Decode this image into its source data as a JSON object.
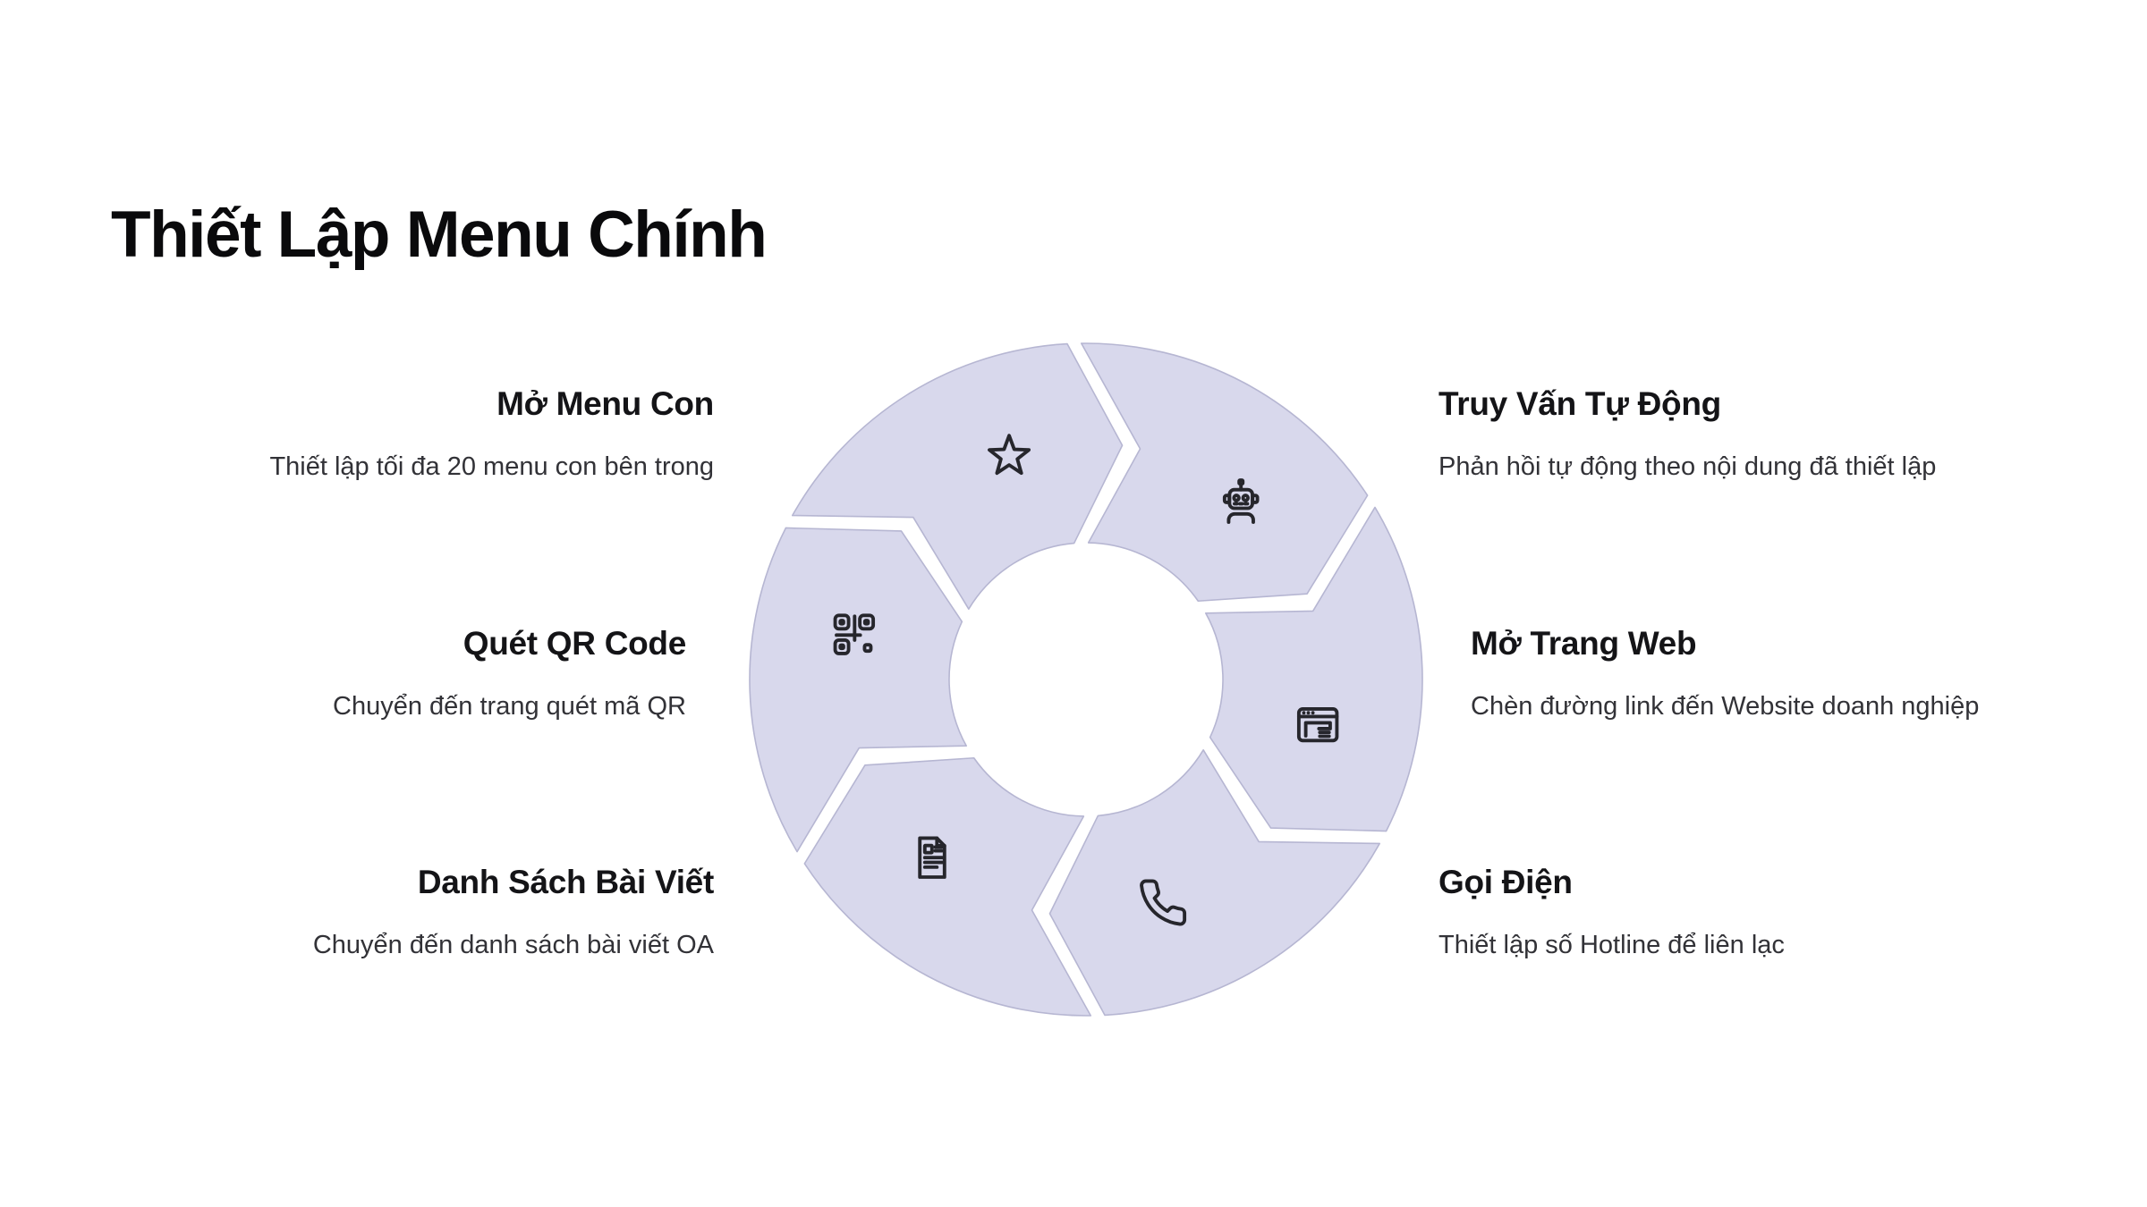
{
  "page": {
    "title": "Thiết Lập Menu Chính",
    "background": "#ffffff"
  },
  "items": {
    "left": [
      {
        "title": "Mở Menu Con",
        "desc": "Thiết lập tối đa 20 menu con bên trong"
      },
      {
        "title": "Quét QR Code",
        "desc": "Chuyển đến trang quét mã QR"
      },
      {
        "title": "Danh Sách Bài Viết",
        "desc": "Chuyển đến danh sách bài viết OA"
      }
    ],
    "right": [
      {
        "title": "Truy Vấn Tự Động",
        "desc": "Phản hồi tự động theo nội dung đã thiết lập"
      },
      {
        "title": "Mở Trang Web",
        "desc": "Chèn đường link đến Website doanh nghiệp"
      },
      {
        "title": "Gọi Điện",
        "desc": "Thiết lập số Hotline để liên lạc"
      }
    ]
  },
  "diagram": {
    "type": "circular-cycle-6-arrows",
    "direction": "clockwise",
    "segment_fill": "#d8d8ec",
    "segment_stroke": "#b6b6d2",
    "icon_color": "#26262c",
    "segments": [
      {
        "icon": "star-icon",
        "label_ref": "left.0",
        "start": 298
      },
      {
        "icon": "robot-icon",
        "label_ref": "right.0",
        "start": 358
      },
      {
        "icon": "browser-icon",
        "label_ref": "right.1",
        "start": 58
      },
      {
        "icon": "phone-icon",
        "label_ref": "right.2",
        "start": 118
      },
      {
        "icon": "document-icon",
        "label_ref": "left.2",
        "start": 178
      },
      {
        "icon": "qr-icon",
        "label_ref": "left.1",
        "start": 238
      }
    ]
  }
}
